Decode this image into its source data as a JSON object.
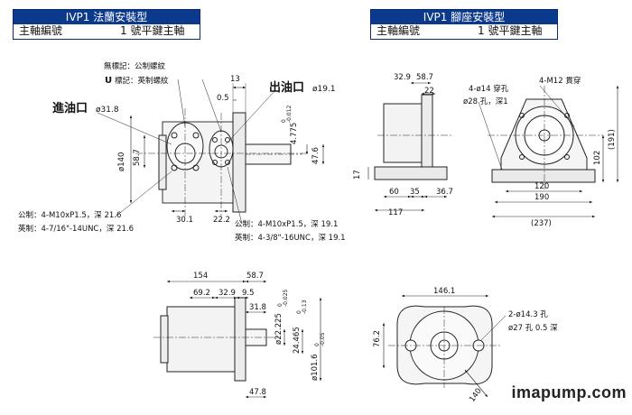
{
  "left_header": {
    "title": "IVP1 法蘭安裝型",
    "col1": "主軸編號",
    "col2": "1 號平鍵主軸"
  },
  "right_header": {
    "title": "IVP1 腳座安裝型",
    "col1": "主軸編號",
    "col2": "1 號平鍵主軸"
  },
  "flange_front": {
    "note_unmarked": "無標記：公制螺紋",
    "note_u_mark": "U",
    "note_u_text": "標記：英制螺紋",
    "inlet_label": "進油口",
    "inlet_dia": "ø31.8",
    "outlet_label": "出油口",
    "outlet_dia": "ø19.1",
    "dim_13": "13",
    "dim_0_5": "0.5",
    "dim_140": "ø140",
    "dim_58_7": "58.7",
    "dim_30_1": "30.1",
    "dim_22_2": "22.2",
    "dim_47_6": "47.6",
    "dim_4_775": "4.775",
    "tol_4_775_up": "0",
    "tol_4_775_dn": "-0.012",
    "thread_left_metric": "公制：4-M10xP1.5，深 21.6",
    "thread_left_inch": "英制：4-7/16\"-14UNC，深 21.6",
    "thread_right_metric": "公制：4-M10xP1.5，深 19.1",
    "thread_right_inch": "英制：4-3/8\"-16UNC，深 19.1"
  },
  "foot_side": {
    "dim_32_9": "32.9",
    "dim_58_7": "58.7",
    "dim_22": "22",
    "dim_17": "17",
    "dim_60": "60",
    "dim_35": "35",
    "dim_36_7": "36.7",
    "dim_117": "117"
  },
  "foot_front": {
    "hole_4_14": "4-ø14 穿孔",
    "hole_28": "ø28 孔，深1",
    "hole_m12": "4-M12 貫穿",
    "dim_102": "102",
    "dim_191": "(191)",
    "dim_120": "120",
    "dim_190": "190",
    "dim_237": "(237)"
  },
  "flange_side": {
    "dim_154": "154",
    "dim_58_7": "58.7",
    "dim_69_2": "69.2",
    "dim_32_9": "32.9",
    "dim_9_5": "9.5",
    "dim_31_8": "31.8",
    "dim_47_8": "47.8",
    "dim_22_225": "ø22.225",
    "tol_22_up": "0",
    "tol_22_dn": "-0.025",
    "dim_24_465": "24.465",
    "tol_24_up": "0",
    "tol_24_dn": "-0.13",
    "dim_101_6": "ø101.6",
    "tol_101_up": "0",
    "tol_101_dn": "-0.05"
  },
  "flange_face": {
    "dim_146_1": "146.1",
    "dim_76_2": "76.2",
    "dim_140": "140",
    "hole_2_14_3": "2-ø14.3 孔",
    "hole_27": "ø27 孔 0.5 深"
  },
  "watermark": "imapump.com"
}
